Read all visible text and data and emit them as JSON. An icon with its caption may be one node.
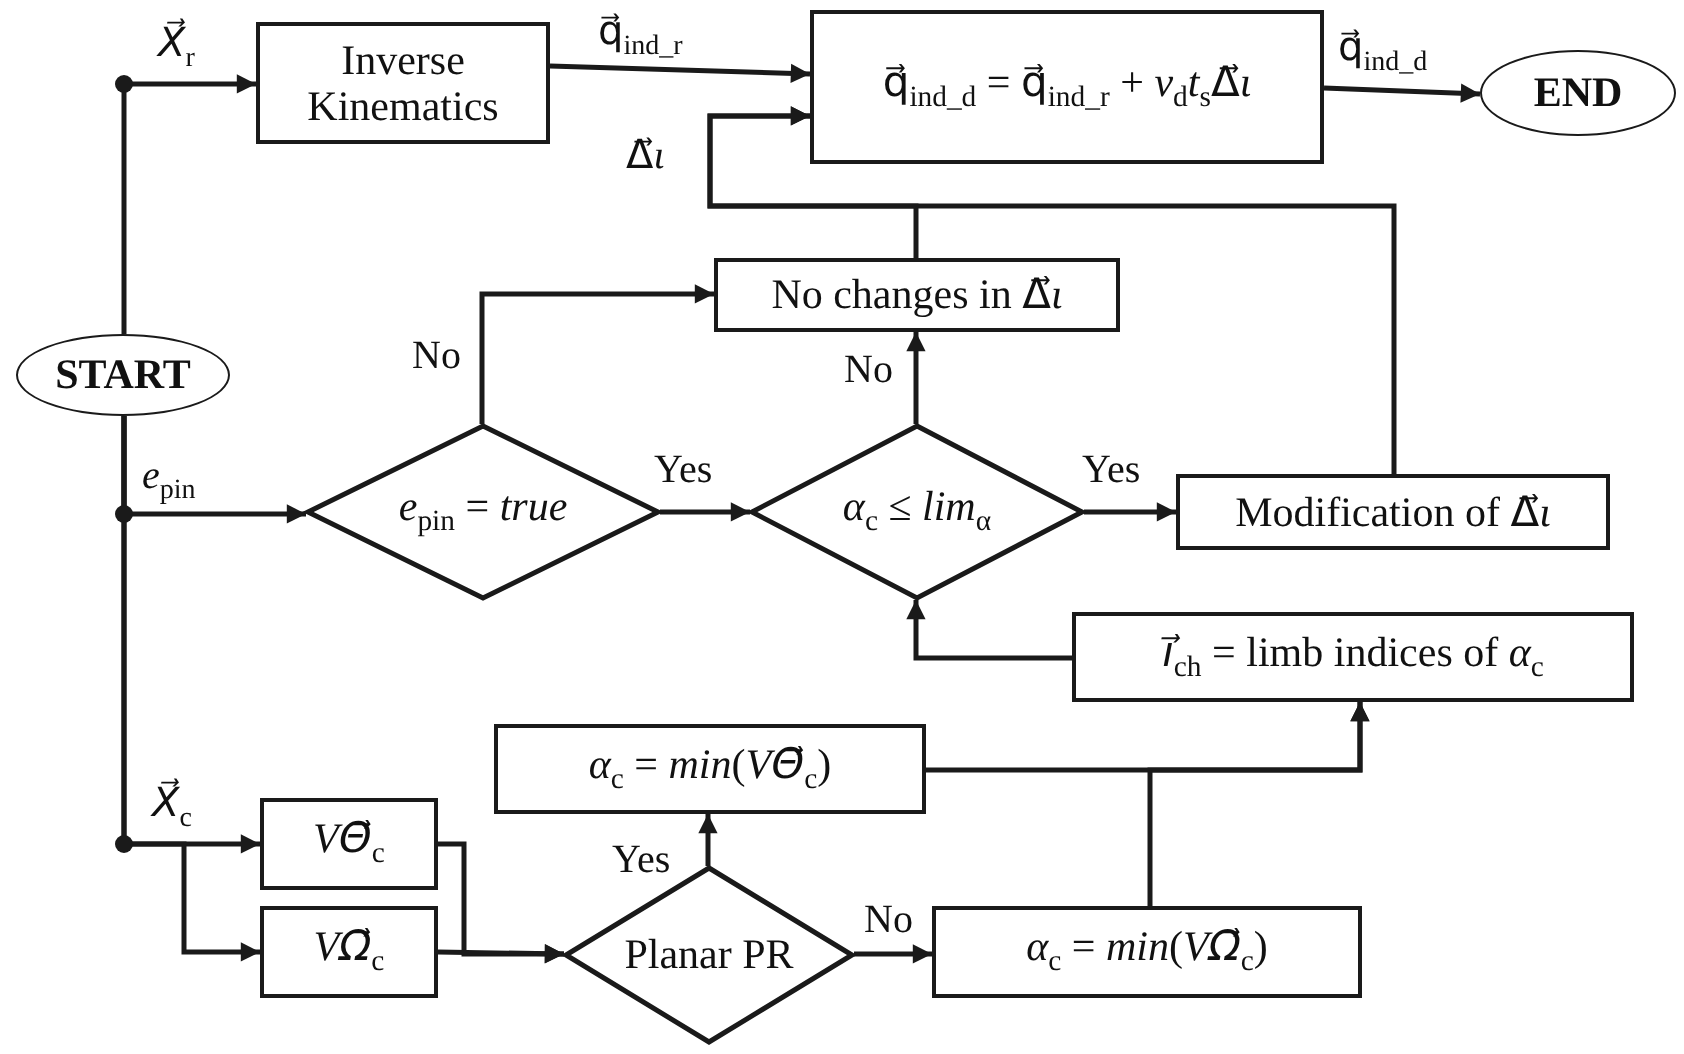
{
  "diagram": {
    "nodes": [
      {
        "text": [
          "START"
        ]
      },
      {
        "text": [
          "Inverse Kinematics"
        ]
      },
      {
        "text": [
          "q⃗$_{ind_d}$ = q⃗$_{ind_r}$ + *ν*$_{d}$*t*$_{s}$Δ⃗*ι*"
        ]
      },
      {
        "text": [
          "END"
        ]
      },
      {
        "text": [
          "No changes in Δ⃗*ι*"
        ]
      },
      {
        "text": [
          "*e*$_{pin}$ = *true*"
        ]
      },
      {
        "text": [
          "*α*$_{c}$ ≤ *lim*$_{α}$"
        ]
      },
      {
        "text": [
          "Modification of Δ⃗*ι*"
        ]
      },
      {
        "text": [
          "*i⃗*$_{ch}$ = limb indices of *α*$_{c}$"
        ]
      },
      {
        "text": [
          "*α*$_{c}$ = *min*(*VΘ⃗*$_{c}$)"
        ]
      },
      {
        "text": [
          "*VΘ⃗*$_{c}$"
        ]
      },
      {
        "text": [
          "*VΩ⃗*$_{c}$"
        ]
      },
      {
        "text": [
          "Planar PR"
        ]
      },
      {
        "text": [
          "*α*$_{c}$ = *min*(*VΩ⃗*$_{c}$)"
        ]
      }
    ],
    "edges": [
      {
        "from": 0,
        "to": 1,
        "arrow": "to",
        "label": "*X⃗*$_{r}$"
      },
      {
        "from": 1,
        "to": 2,
        "arrow": "to",
        "label": "q⃗$_{ind_r}$"
      },
      {
        "from": 2,
        "to": 3,
        "arrow": "to",
        "label": "q⃗$_{ind_d}$"
      },
      {
        "from": 4,
        "to": 2,
        "arrow": "to",
        "label": "Δ⃗*ι*"
      },
      {
        "from": 7,
        "to": 2,
        "arrow": "to"
      },
      {
        "from": 0,
        "to": 5,
        "arrow": "to",
        "label": "*e*$_{pin}$"
      },
      {
        "from": 5,
        "to": 4,
        "arrow": "to",
        "label": "No"
      },
      {
        "from": 5,
        "to": 6,
        "arrow": "to",
        "label": "Yes"
      },
      {
        "from": 6,
        "to": 4,
        "arrow": "to",
        "label": "No"
      },
      {
        "from": 6,
        "to": 7,
        "arrow": "to",
        "label": "Yes"
      },
      {
        "from": 8,
        "to": 6,
        "arrow": "to"
      },
      {
        "from": 9,
        "to": 8,
        "arrow": "to"
      },
      {
        "from": 13,
        "to": 8,
        "arrow": "to"
      },
      {
        "from": 0,
        "to": 10,
        "arrow": "to",
        "label": "*X⃗*$_{c}$"
      },
      {
        "from": 0,
        "to": 11,
        "arrow": "to"
      },
      {
        "from": 10,
        "to": 12,
        "arrow": "to"
      },
      {
        "from": 11,
        "to": 12,
        "arrow": "to"
      },
      {
        "from": 12,
        "to": 9,
        "arrow": "to",
        "label": "Yes"
      },
      {
        "from": 12,
        "to": 13,
        "arrow": "to",
        "label": "No"
      }
    ]
  }
}
